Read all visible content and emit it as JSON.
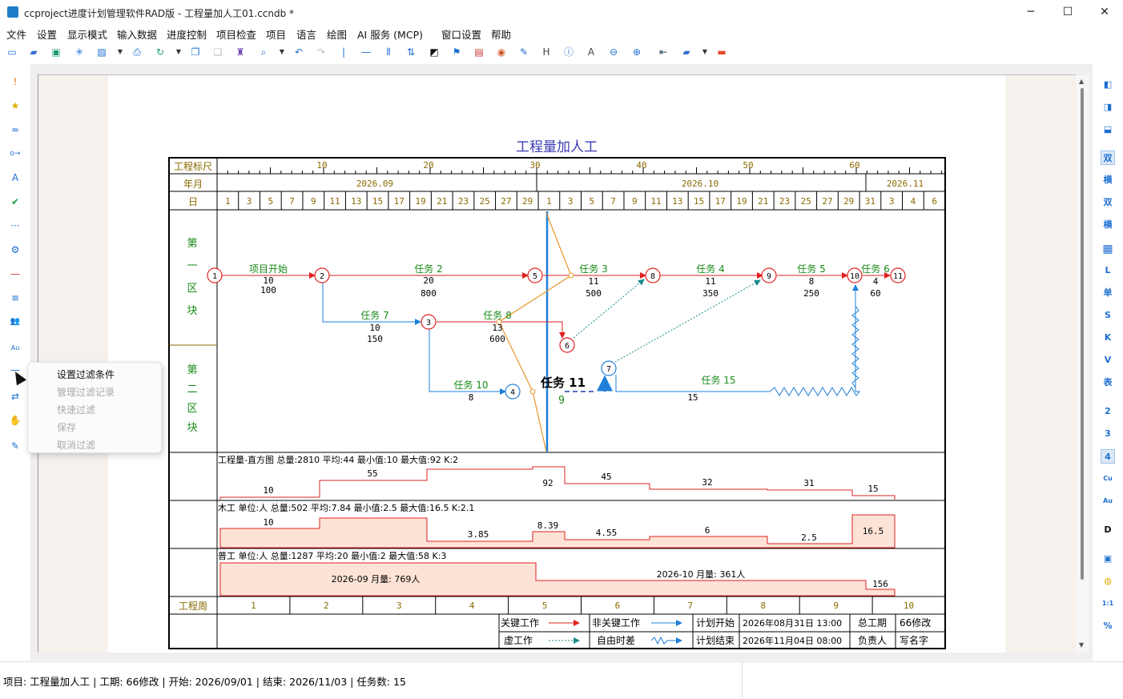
{
  "window": {
    "title": "ccproject进度计划管理软件RAD版 - 工程量加人工01.ccndb *",
    "minimize": "─",
    "maximize": "☐",
    "close": "✕"
  },
  "menu": [
    "文件",
    "设置",
    "显示模式",
    "输入数据",
    "进度控制",
    "项目检查",
    "项目",
    "语言",
    "绘图",
    "AI 服务 (MCP)",
    "窗口设置",
    "帮助"
  ],
  "context_menu": {
    "items": [
      {
        "label": "设置过滤条件",
        "enabled": true
      },
      {
        "label": "管理过滤记录",
        "enabled": false
      },
      {
        "label": "快速过滤",
        "enabled": false
      },
      {
        "label": "保存",
        "enabled": false
      },
      {
        "label": "取消过滤",
        "enabled": false
      }
    ]
  },
  "statusbar": {
    "text": "项目: 工程量加人工 | 工期: 66修改 | 开始: 2026/09/01 | 结束: 2026/11/03 | 任务数: 15"
  },
  "right_toolbar": [
    "双",
    "横",
    "双",
    "横",
    "",
    "L",
    "单",
    "S",
    "K",
    "V",
    "表",
    "2",
    "3",
    "4",
    "Cu",
    "Au",
    "D",
    "",
    "",
    "1:1",
    "%"
  ],
  "left_toolbar_glyphs": [
    "!",
    "★",
    "≈",
    "o→",
    "A",
    "✔",
    "···",
    "⚙",
    "—",
    "≡",
    "👥",
    "Au",
    "—",
    "⇄",
    "✋",
    "✎"
  ],
  "diagram": {
    "title": "工程量加人工",
    "ruler_label": "工程标尺",
    "ruler_ticks": [
      "10",
      "20",
      "30",
      "40",
      "50",
      "60"
    ],
    "month_label": "年月",
    "months": [
      "2026.09",
      "2026.10",
      "2026.11"
    ],
    "day_label": "日",
    "days": [
      "1",
      "3",
      "5",
      "7",
      "9",
      "11",
      "13",
      "15",
      "17",
      "19",
      "21",
      "23",
      "25",
      "27",
      "29",
      "1",
      "3",
      "5",
      "7",
      "9",
      "11",
      "13",
      "15",
      "17",
      "19",
      "21",
      "23",
      "25",
      "27",
      "29",
      "31",
      "3",
      "4",
      "6"
    ],
    "zone1": [
      "第",
      "一",
      "区",
      "块"
    ],
    "zone2": [
      "第",
      "二",
      "区",
      "块"
    ],
    "nodes": [
      "1",
      "2",
      "3",
      "4",
      "5",
      "6",
      "7",
      "8",
      "9",
      "10",
      "11"
    ],
    "tasks": [
      {
        "name": "项目开始",
        "dur": "10",
        "qty": "100"
      },
      {
        "name": "任务 2",
        "dur": "20",
        "qty": "800"
      },
      {
        "name": "任务 3",
        "dur": "11",
        "qty": "500"
      },
      {
        "name": "任务 4",
        "dur": "11",
        "qty": "350"
      },
      {
        "name": "任务 5",
        "dur": "8",
        "qty": "250"
      },
      {
        "name": "任务 6",
        "dur": "4",
        "qty": "60"
      },
      {
        "name": "任务 7",
        "dur": "10",
        "qty": "150"
      },
      {
        "name": "任务 8",
        "dur": "13",
        "qty": "600"
      },
      {
        "name": "任务 10",
        "dur": "8",
        "qty": ""
      },
      {
        "name": "任务 11",
        "dur": "9",
        "qty": ""
      },
      {
        "name": "任务 15",
        "dur": "15",
        "qty": ""
      }
    ],
    "hist1": {
      "title": "工程量-直方图 总量:2810 平均:44 最小值:10 最大值:92 K:2",
      "values": [
        "10",
        "55",
        "92",
        "45",
        "32",
        "31",
        "15"
      ]
    },
    "hist2": {
      "title": "木工 单位:人 总量:502 平均:7.84 最小值:2.5 最大值:16.5 K:2.1",
      "values": [
        "10",
        "3.85",
        "8.39",
        "4.55",
        "6",
        "2.5",
        "16.5"
      ]
    },
    "hist3": {
      "title": "普工 单位:人 总量:1287 平均:20 最小值:2 最大值:58 K:3",
      "values": [
        "2026-09 月量: 769人",
        "2026-10 月量: 361人",
        "156"
      ]
    },
    "week_label": "工程周",
    "weeks": [
      "1",
      "2",
      "3",
      "4",
      "5",
      "6",
      "7",
      "8",
      "9",
      "10"
    ],
    "legend": {
      "critical": "关键工作",
      "noncritical": "非关键工作",
      "plan_start": "计划开始",
      "plan_start_val": "2026年08月31日 13:00",
      "total_label": "总工期",
      "total_val": "66修改",
      "virtual": "虚工作",
      "float": "自由时差",
      "plan_end": "计划结束",
      "plan_end_val": "2026年11月04日 08:00",
      "owner_label": "负责人",
      "owner_val": "写名字"
    }
  }
}
